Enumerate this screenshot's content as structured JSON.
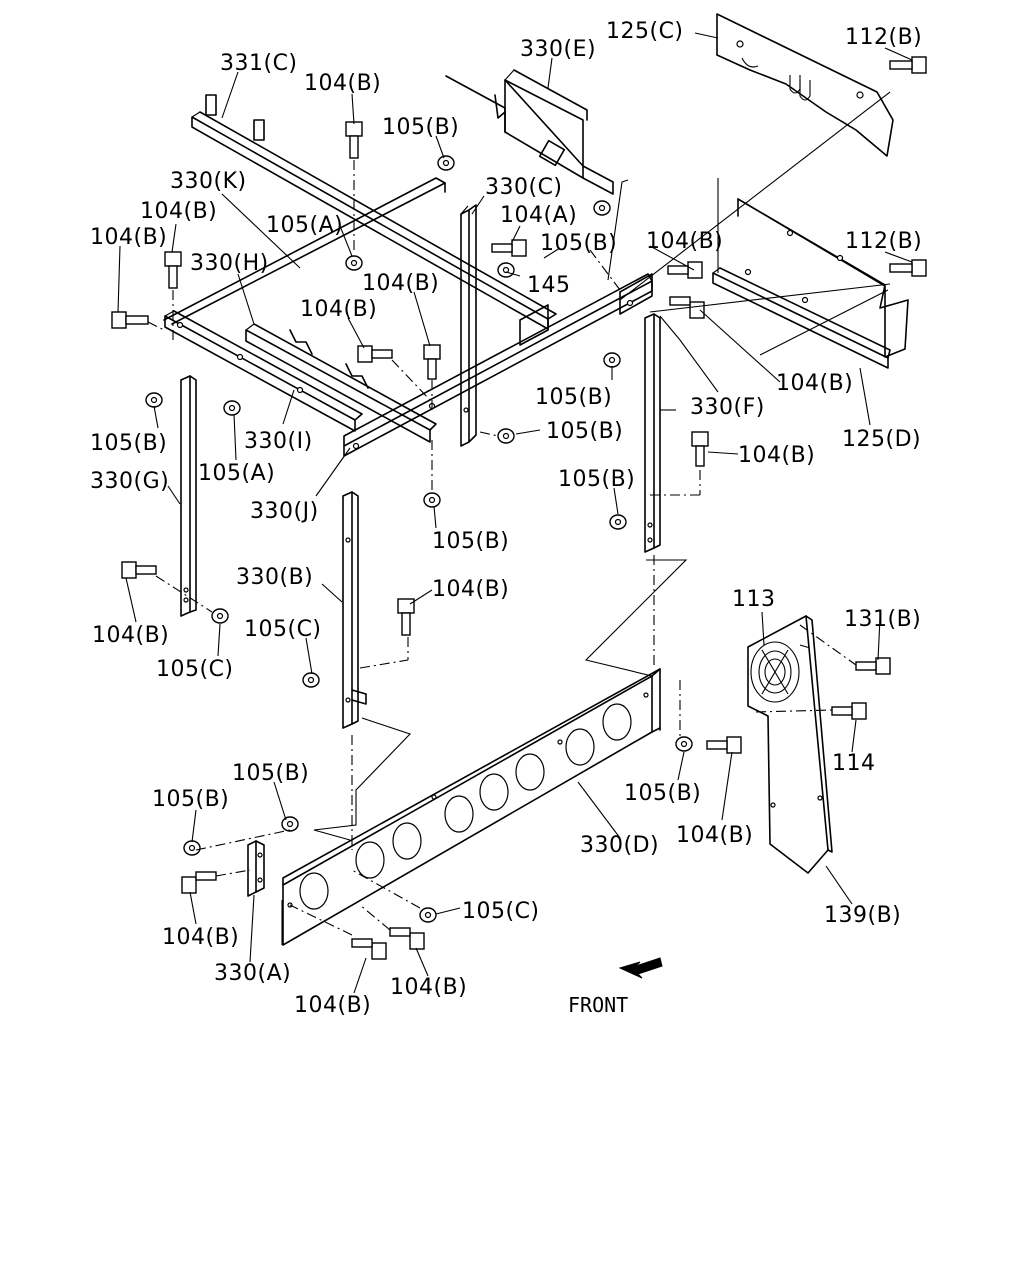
{
  "labels": {
    "l01": "125(C)",
    "l02": "112(B)",
    "l03": "330(E)",
    "l04": "331(C)",
    "l05": "104(B)",
    "l06": "105(B)",
    "l07": "330(K)",
    "l08": "330(C)",
    "l09": "104(B)",
    "l10": "104(A)",
    "l11": "105(A)",
    "l12": "105(B)",
    "l13": "104(B)",
    "l14": "112(B)",
    "l15": "104(B)",
    "l16": "330(H)",
    "l17": "145",
    "l18": "104(B)",
    "l19": "104(B)",
    "l20": "104(B)",
    "l21": "105(B)",
    "l22": "105(B)",
    "l23": "330(F)",
    "l24": "125(D)",
    "l25": "105(B)",
    "l26": "330(I)",
    "l27": "105(A)",
    "l28": "330(G)",
    "l29": "330(J)",
    "l30": "104(B)",
    "l31": "105(B)",
    "l32": "105(B)",
    "l33": "330(B)",
    "l34": "104(B)",
    "l35": "113",
    "l36": "131(B)",
    "l37": "104(B)",
    "l38": "105(C)",
    "l39": "105(C)",
    "l40": "114",
    "l41": "105(B)",
    "l42": "105(B)",
    "l43": "105(B)",
    "l44": "330(D)",
    "l45": "104(B)",
    "l46": "139(B)",
    "l47": "105(C)",
    "l48": "104(B)",
    "l49": "330(A)",
    "l50": "104(B)",
    "l51": "104(B)"
  },
  "front": "FRONT"
}
